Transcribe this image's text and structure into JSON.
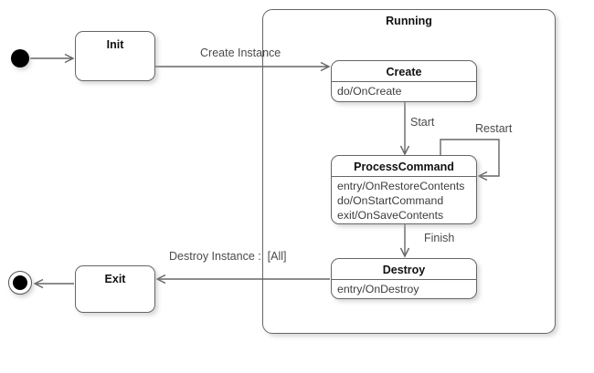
{
  "diagram": {
    "title_region": {
      "composite_state_label": "Running"
    },
    "states": {
      "init": {
        "label": "Init"
      },
      "exit": {
        "label": "Exit"
      },
      "create": {
        "label": "Create",
        "actions": [
          "do/OnCreate"
        ]
      },
      "process_command": {
        "label": "ProcessCommand",
        "actions": [
          "entry/OnRestoreContents",
          "do/OnStartCommand",
          "exit/OnSaveContents"
        ]
      },
      "destroy": {
        "label": "Destroy",
        "actions": [
          "entry/OnDestroy"
        ]
      }
    },
    "pseudostates": {
      "initial": {
        "name": "initial-state"
      },
      "final": {
        "name": "final-state"
      }
    },
    "transitions": {
      "create_instance": {
        "label": "Create Instance"
      },
      "start": {
        "label": "Start"
      },
      "restart": {
        "label": "Restart"
      },
      "finish": {
        "label": "Finish"
      },
      "destroy_instance": {
        "label": "Destroy Instance :  [All]"
      }
    },
    "colors": {
      "line": "#666666",
      "state_fill": "#ffffff",
      "title_text": "#111111",
      "body_text": "#3d3d3d",
      "label_text": "#4a4a4a"
    }
  }
}
